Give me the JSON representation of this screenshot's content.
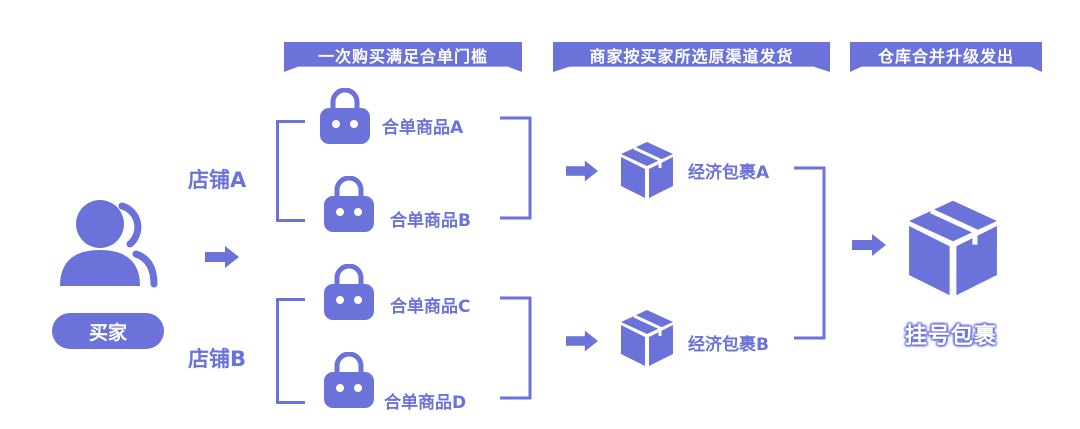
{
  "headers": {
    "step1": "一次购买满足合单门槛",
    "step2": "商家按买家所选原渠道发货",
    "step3": "仓库合并升级发出"
  },
  "buyer": {
    "label": "买家",
    "icon": "user-icon"
  },
  "stores": [
    {
      "label": "店铺A",
      "items": [
        "合单商品A",
        "合单商品B"
      ]
    },
    {
      "label": "店铺B",
      "items": [
        "合单商品C",
        "合单商品D"
      ]
    }
  ],
  "packages": [
    "经济包裹A",
    "经济包裹B"
  ],
  "final": {
    "label": "挂号包裹",
    "icon": "box-icon"
  },
  "colors": {
    "accent": "#6b72d9",
    "background": "#ffffff"
  }
}
